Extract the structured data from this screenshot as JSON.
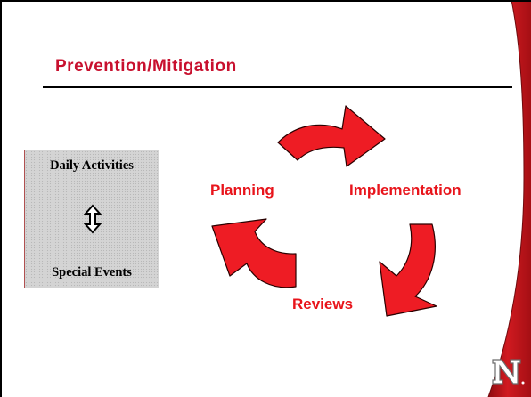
{
  "slide": {
    "title": "Prevention/Mitigation",
    "side_box": {
      "top_label": "Daily Activities",
      "bottom_label": "Special Events",
      "arrow_icon": "up-down-arrow-icon"
    },
    "cycle": {
      "planning": "Planning",
      "implementation": "Implementation",
      "reviews": "Reviews",
      "arrow_color": "#e8141b"
    },
    "logo_icon": "nebraska-n-logo",
    "colors": {
      "title": "#c8102e",
      "accent": "#e8141b",
      "band": "#c8102e"
    }
  }
}
